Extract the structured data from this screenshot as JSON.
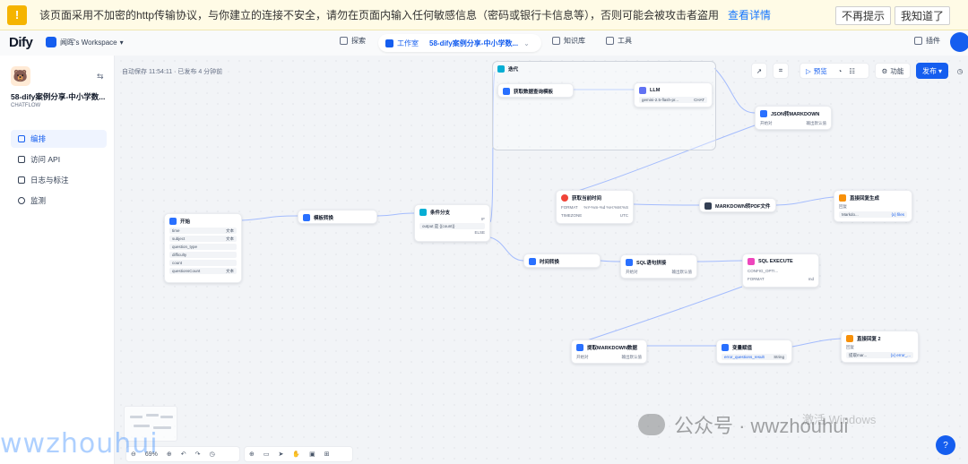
{
  "warning": {
    "text": "该页面采用不加密的http传输协议，与你建立的连接不安全，请勿在页面内输入任何敏感信息（密码或银行卡信息等），否则可能会被攻击者盗用",
    "link": "查看详情",
    "btn_ignore": "不再提示",
    "btn_ok": "我知道了"
  },
  "nav": {
    "logo": "Dify",
    "workspace": "闻晖's Workspace",
    "explore": "探索",
    "studio": "工作室",
    "app_crumb": "58-dify案例分享-中小学数...",
    "knowledge": "知识库",
    "tools": "工具",
    "plugins": "插件"
  },
  "sidebar": {
    "app_name": "58-dify案例分享-中小学数...",
    "app_type": "CHATFLOW",
    "items": [
      {
        "label": "编排",
        "active": true
      },
      {
        "label": "访问 API",
        "active": false
      },
      {
        "label": "日志与标注",
        "active": false
      },
      {
        "label": "监测",
        "active": false
      }
    ]
  },
  "canvas": {
    "autosave": "自动保存 11:54:11 · 已发布 4 分钟前",
    "toolbar": {
      "preview": "预览",
      "features": "功能",
      "publish": "发布"
    },
    "zoom": "69%",
    "nodes": {
      "start": {
        "title": "开始",
        "fields": [
          {
            "name": "time",
            "type": "文本"
          },
          {
            "name": "subject",
            "type": "文本"
          },
          {
            "name": "question_type",
            "type": ""
          },
          {
            "name": "difficulty",
            "type": ""
          },
          {
            "name": "count",
            "type": ""
          },
          {
            "name": "questionsCount",
            "type": "文本"
          }
        ]
      },
      "template": {
        "title": "模板转换"
      },
      "branch": {
        "title": "条件分支",
        "if": "IF",
        "cond": "output 是 {{count}}",
        "else": "ELSE"
      },
      "iteration": {
        "title": "迭代"
      },
      "fetch": {
        "title": "获取数据查询模板"
      },
      "llm": {
        "title": "LLM",
        "model": "gemini-2.5-flash-pr...",
        "badge": "CHAT"
      },
      "json2md": {
        "title": "JSON转MARKDOWN",
        "k": "开始对",
        "v": "输出默认值"
      },
      "time": {
        "title": "获取当前时间",
        "format_k": "FORMAT",
        "format_v": "%Y-%m-%d %H:%M:%S",
        "tz_k": "TIMEZONE",
        "tz_v": "UTC"
      },
      "md2pdf": {
        "title": "MARKDOWN转PDF文件"
      },
      "direct1": {
        "title": "直接回复生成",
        "label": "回复",
        "v1": "Markdo...",
        "v2": "{x} files"
      },
      "trans": {
        "title": "时间转换"
      },
      "sqlgen": {
        "title": "SQL语句拼接",
        "k": "开始对",
        "v": "输出默认值"
      },
      "sqlexec": {
        "title": "SQL EXECUTE",
        "k1": "CONFIG_OPTI...",
        "k2": "FORMAT",
        "v2": "md"
      },
      "extract": {
        "title": "提取MARKDOWN数据",
        "k": "开始对",
        "v": "输出默认值"
      },
      "query": {
        "title": "变量赋值",
        "v": "error_questions_result",
        "badge": "String"
      },
      "direct2": {
        "title": "直接回复 2",
        "label": "回复",
        "v1": "提取mar...",
        "v2": "{x} error_..."
      }
    }
  },
  "watermark": {
    "left": "wwzhouhui",
    "brand": "公众号 · wwzhouhui",
    "activate": "激活 Windows"
  }
}
